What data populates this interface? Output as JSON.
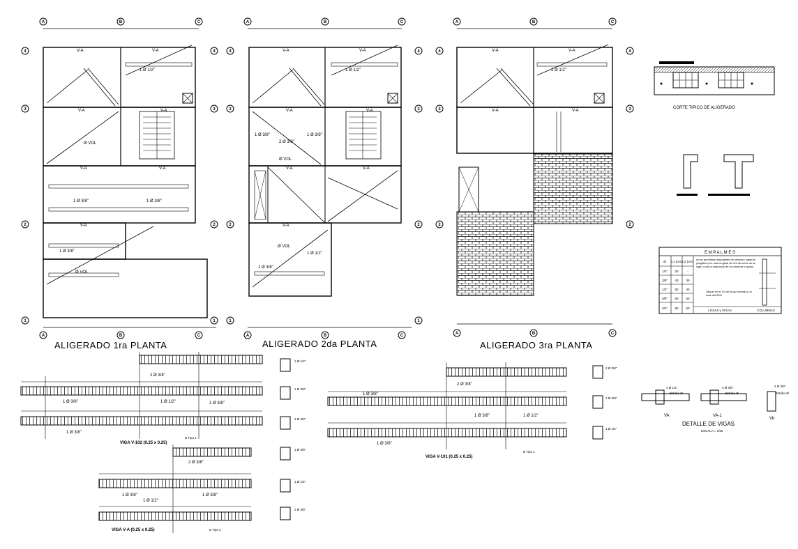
{
  "plans": [
    {
      "title": "ALIGERADO 1ra PLANTA"
    },
    {
      "title": "ALIGERADO 2da PLANTA"
    },
    {
      "title": "ALIGERADO 3ra PLANTA"
    }
  ],
  "grid_letters": [
    "A",
    "B",
    "C"
  ],
  "grid_numbers": [
    "4",
    "3",
    "2",
    "1"
  ],
  "beam_labels": {
    "va": "V-A",
    "v101": "V-101",
    "v102": "V-102",
    "rebar_a": "1 Ø 3/8\"",
    "rebar_b": "2 Ø 3/8\"",
    "rebar_c": "1 Ø 1/2\"",
    "vol": "Ø VOL"
  },
  "corte": {
    "title": "CORTE TIPICO DE ALIGERADO"
  },
  "empalmes": {
    "title": "E M P A L M E S",
    "headers": [
      "Ø",
      "L1 (cm)",
      "L2 (cm)"
    ],
    "rows": [
      [
        "1/4\"",
        "30",
        "-"
      ],
      [
        "3/8\"",
        "40",
        "30"
      ],
      [
        "1/2\"",
        "50",
        "40"
      ],
      [
        "5/8\"",
        "60",
        "50"
      ],
      [
        "3/4\"",
        "80",
        "60"
      ]
    ],
    "note": "no se permitiran empalmes de refuerzo superior (negativo) en una longitud de 1/4 de la luz de la viga o losa a cada lado de la columna o apoyo",
    "note2": "Ubicar en el 1/3 de la luz central y no mas del 50%",
    "footer_left": "LOSAS y VIGAS",
    "footer_right": "COLUMNAS"
  },
  "beams": [
    {
      "title": "VIGA V-102 (0.25 x 0.25)",
      "tipo": "D Tipo 1"
    },
    {
      "title": "VIGA V-A (0.25 x 0.25)",
      "tipo": "D Tipo 2"
    },
    {
      "title": "VIGA V-101 (0.25 x 0.25)",
      "tipo": "D Tipo 1"
    }
  ],
  "details": {
    "title": "DETALLE  DE  VIGAS",
    "scale": "ESCALA = 1/50",
    "items": [
      {
        "label": "VA",
        "rebar": "4 Ø 1/2\"",
        "estribo": "Estribo Ø"
      },
      {
        "label": "VA-1",
        "rebar": "4 Ø 3/8\"",
        "estribo": "Estribo Ø"
      },
      {
        "label": "Vb",
        "rebar": "2 Ø 3/8\"",
        "estribo": "Estribo Ø"
      }
    ]
  }
}
